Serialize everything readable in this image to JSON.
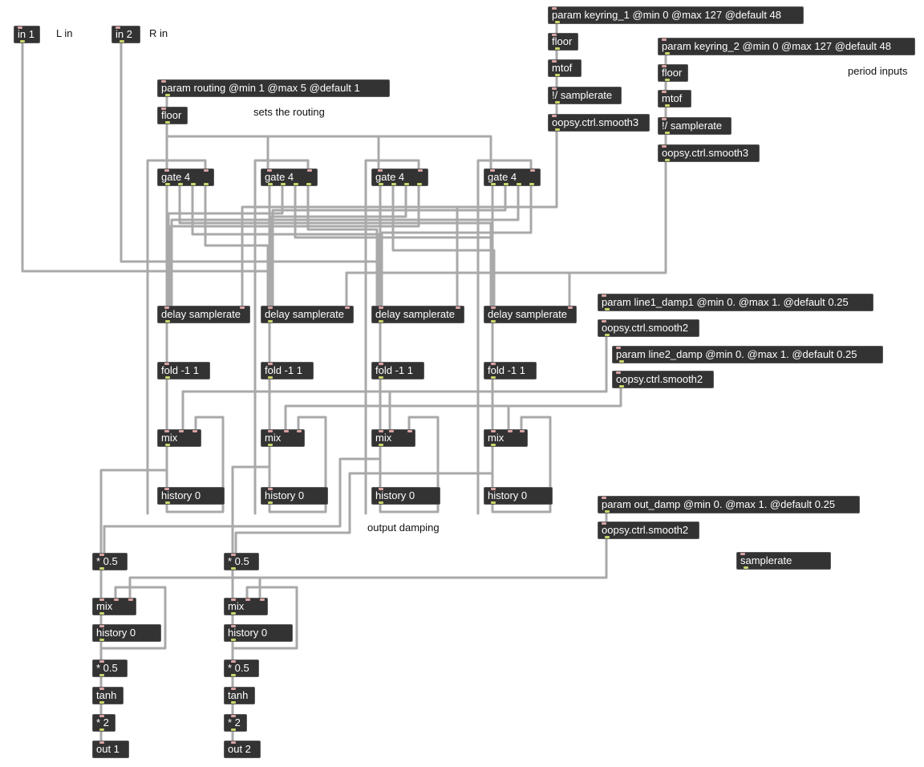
{
  "inputs": {
    "in1": "in 1",
    "in2": "in 2",
    "l_in": "L in",
    "r_in": "R in"
  },
  "routing": {
    "param": "param routing @min 1 @max 5 @default 1",
    "floor": "floor",
    "comment": "sets the routing"
  },
  "keyring_1": {
    "param": "param keyring_1 @min 0 @max 127 @default 48",
    "floor": "floor",
    "mtof": "mtof",
    "div": "!/ samplerate",
    "smooth": "oopsy.ctrl.smooth3"
  },
  "keyring_2": {
    "param": "param keyring_2 @min 0 @max 127 @default 48",
    "floor": "floor",
    "mtof": "mtof",
    "div": "!/ samplerate",
    "smooth": "oopsy.ctrl.smooth3",
    "comment": "period inputs"
  },
  "lines": [
    {
      "gate": "gate 4",
      "delay": "delay samplerate",
      "fold": "fold -1 1",
      "mix": "mix",
      "history": "history 0"
    },
    {
      "gate": "gate 4",
      "delay": "delay samplerate",
      "fold": "fold -1 1",
      "mix": "mix",
      "history": "history 0"
    },
    {
      "gate": "gate 4",
      "delay": "delay samplerate",
      "fold": "fold -1 1",
      "mix": "mix",
      "history": "history 0"
    },
    {
      "gate": "gate 4",
      "delay": "delay samplerate",
      "fold": "fold -1 1",
      "mix": "mix",
      "history": "history 0"
    }
  ],
  "damp1": {
    "param": "param line1_damp1 @min 0. @max 1. @default 0.25",
    "smooth": "oopsy.ctrl.smooth2"
  },
  "damp2": {
    "param": "param line2_damp @min 0. @max 1. @default 0.25",
    "smooth": "oopsy.ctrl.smooth2"
  },
  "out_damp": {
    "param": "param out_damp @min 0. @max 1. @default 0.25",
    "smooth": "oopsy.ctrl.smooth2",
    "comment": "output damping"
  },
  "samplerate": "samplerate",
  "outputs": [
    {
      "mul_in": "* 0.5",
      "mix": "mix",
      "history": "history 0",
      "mul_out": "* 0.5",
      "tanh": "tanh",
      "gain": "* 2",
      "out": "out 1"
    },
    {
      "mul_in": "* 0.5",
      "mix": "mix",
      "history": "history 0",
      "mul_out": "* 0.5",
      "tanh": "tanh",
      "gain": "* 2",
      "out": "out 2"
    }
  ],
  "colors": {
    "object_bg": "#333333",
    "cord": "#a9a9a9",
    "inlet": "#d9a3a3",
    "outlet": "#c9d36a"
  }
}
